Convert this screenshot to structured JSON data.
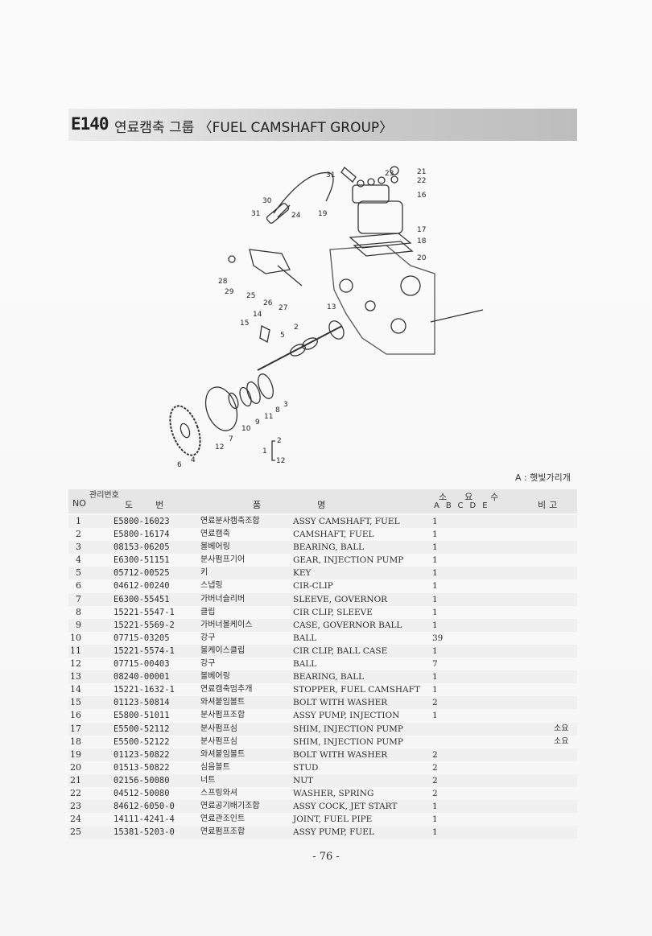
{
  "header": {
    "code": "E140",
    "title": "연료캠축 그룹 〈FUEL CAMSHAFT GROUP〉"
  },
  "diagram": {
    "callouts": [
      "1",
      "2",
      "3",
      "4",
      "5",
      "6",
      "7",
      "8",
      "9",
      "10",
      "11",
      "12",
      "13",
      "14",
      "15",
      "16",
      "17",
      "18",
      "19",
      "20",
      "21",
      "22",
      "23",
      "24",
      "25",
      "26",
      "27",
      "28",
      "29",
      "30",
      "31"
    ],
    "sub_callouts": [
      "2",
      "12"
    ]
  },
  "legend_note": "A : 햇빛가리개",
  "table": {
    "headers": {
      "no": "NO",
      "mgmt": "관리번호",
      "part_no": "도번",
      "name": "품명",
      "qty": "소요수",
      "qty_cols": "ABCDE",
      "remark": "비고"
    },
    "rows": [
      {
        "no": "1",
        "part": "E5800-16023",
        "kr": "연료분사캠축조합",
        "en": "ASSY CAMSHAFT, FUEL",
        "qty": "1",
        "remark": ""
      },
      {
        "no": "2",
        "part": "E5800-16174",
        "kr": "연료캠축",
        "en": "CAMSHAFT, FUEL",
        "qty": "1",
        "remark": ""
      },
      {
        "no": "3",
        "part": "08153-06205",
        "kr": "볼베어링",
        "en": "BEARING, BALL",
        "qty": "1",
        "remark": ""
      },
      {
        "no": "4",
        "part": "E6300-51151",
        "kr": "분사펌프기어",
        "en": "GEAR, INJECTION PUMP",
        "qty": "1",
        "remark": ""
      },
      {
        "no": "5",
        "part": "05712-00525",
        "kr": "키",
        "en": "KEY",
        "qty": "1",
        "remark": ""
      },
      {
        "no": "6",
        "part": "04612-00240",
        "kr": "스냅링",
        "en": "CIR-CLIP",
        "qty": "1",
        "remark": ""
      },
      {
        "no": "7",
        "part": "E6300-55451",
        "kr": "가버너슬리버",
        "en": "SLEEVE, GOVERNOR",
        "qty": "1",
        "remark": ""
      },
      {
        "no": "8",
        "part": "15221-5547-1",
        "kr": "클립",
        "en": "CIR CLIP, SLEEVE",
        "qty": "1",
        "remark": ""
      },
      {
        "no": "9",
        "part": "15221-5569-2",
        "kr": "가버너볼케이스",
        "en": "CASE, GOVERNOR BALL",
        "qty": "1",
        "remark": ""
      },
      {
        "no": "10",
        "part": "07715-03205",
        "kr": "강구",
        "en": "BALL",
        "qty": "39",
        "remark": ""
      },
      {
        "no": "11",
        "part": "15221-5574-1",
        "kr": "볼케이스클립",
        "en": "CIR CLIP, BALL CASE",
        "qty": "1",
        "remark": ""
      },
      {
        "no": "12",
        "part": "07715-00403",
        "kr": "강구",
        "en": "BALL",
        "qty": "7",
        "remark": ""
      },
      {
        "no": "13",
        "part": "08240-00001",
        "kr": "볼베어링",
        "en": "BEARING, BALL",
        "qty": "1",
        "remark": ""
      },
      {
        "no": "14",
        "part": "15221-1632-1",
        "kr": "연료캠축멈추개",
        "en": "STOPPER, FUEL CAMSHAFT",
        "qty": "1",
        "remark": ""
      },
      {
        "no": "15",
        "part": "01123-50814",
        "kr": "와셔붙임볼트",
        "en": "BOLT WITH WASHER",
        "qty": "2",
        "remark": ""
      },
      {
        "no": "16",
        "part": "E5800-51011",
        "kr": "분사펌프조합",
        "en": "ASSY PUMP, INJECTION",
        "qty": "1",
        "remark": ""
      },
      {
        "no": "17",
        "part": "E5500-52112",
        "kr": "분사펌프심",
        "en": "SHIM, INJECTION PUMP",
        "qty": "",
        "remark": "소요"
      },
      {
        "no": "18",
        "part": "E5500-52122",
        "kr": "분사펌프심",
        "en": "SHIM, INJECTION PUMP",
        "qty": "",
        "remark": "소요"
      },
      {
        "no": "19",
        "part": "01123-50822",
        "kr": "와셔붙임볼트",
        "en": "BOLT WITH WASHER",
        "qty": "2",
        "remark": ""
      },
      {
        "no": "20",
        "part": "01513-50822",
        "kr": "심음볼트",
        "en": "STUD",
        "qty": "2",
        "remark": ""
      },
      {
        "no": "21",
        "part": "02156-50080",
        "kr": "너트",
        "en": "NUT",
        "qty": "2",
        "remark": ""
      },
      {
        "no": "22",
        "part": "04512-50080",
        "kr": "스프링와셔",
        "en": "WASHER, SPRING",
        "qty": "2",
        "remark": ""
      },
      {
        "no": "23",
        "part": "84612-6050-0",
        "kr": "연료공기배기조합",
        "en": "ASSY COCK, JET START",
        "qty": "1",
        "remark": ""
      },
      {
        "no": "24",
        "part": "14111-4241-4",
        "kr": "연료관조인트",
        "en": "JOINT, FUEL PIPE",
        "qty": "1",
        "remark": ""
      },
      {
        "no": "25",
        "part": "15381-5203-0",
        "kr": "연료펌프조합",
        "en": "ASSY PUMP, FUEL",
        "qty": "1",
        "remark": ""
      }
    ]
  },
  "page_number": "- 76 -"
}
